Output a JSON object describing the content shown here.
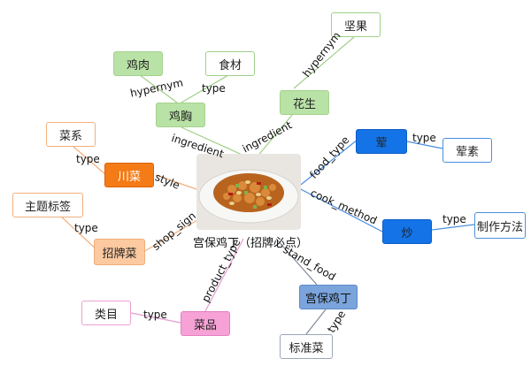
{
  "center": {
    "title": "宫保鸡丁（招牌必点）"
  },
  "nodes": {
    "jianguo": "坚果",
    "jirou": "鸡肉",
    "shicai": "食材",
    "xiongrou": "鸡胸",
    "huasheng": "花生",
    "caixi": "菜系",
    "chuancai": "川菜",
    "zhuti": "主题标签",
    "zhaopai": "招牌菜",
    "hun": "荤",
    "hunsu": "荤素",
    "chao": "炒",
    "zhizuo": "制作方法",
    "leimu": "类目",
    "caipin": "菜品",
    "gongbao": "宫保鸡丁",
    "biaozhun": "标准菜"
  },
  "edges": {
    "hypernym1": "hypernym",
    "hypernym2": "hypernym",
    "type_shicai": "type",
    "ingredient1": "ingredient",
    "ingredient2": "ingredient",
    "food_type": "food_type",
    "type_hunsu": "type",
    "cook_method": "cook_method",
    "type_zhizuo": "type",
    "type_caixi": "type",
    "style": "style",
    "type_zhuti": "type",
    "shop_sign": "shop_sign",
    "product_type": "product_type",
    "stand_food": "stand_food",
    "type_leimu": "type",
    "type_biaozhun": "type"
  },
  "colors": {
    "green_edge": "#9fd08a",
    "blue_edge": "#4b8fe0",
    "orange_edge": "#f2b07f",
    "pink_edge": "#e59ad0",
    "gray_edge": "#7f8a9c",
    "dark_edge": "#333333"
  }
}
